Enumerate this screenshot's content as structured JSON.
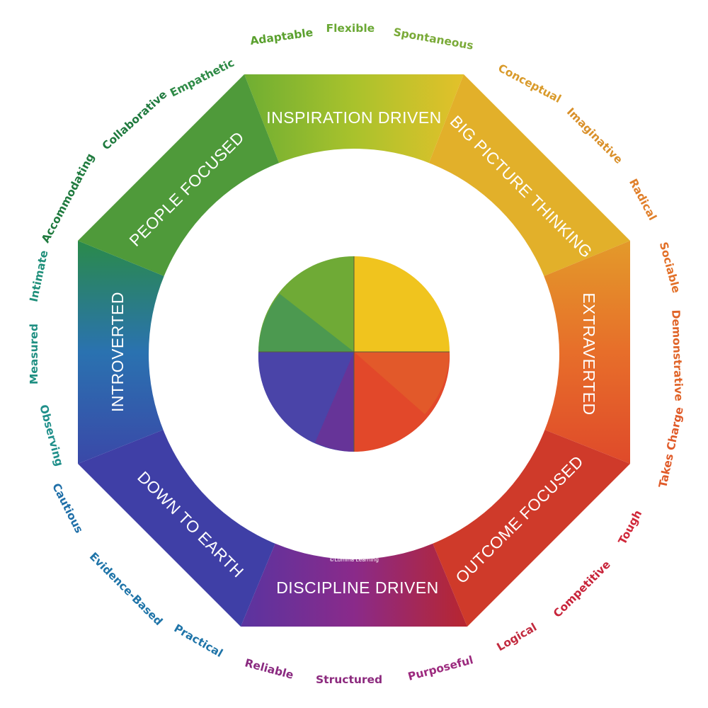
{
  "colors": {
    "green": "#7fb535",
    "dark_green": "#2e8a46",
    "teal": "#1f8f7a",
    "blue": "#2f5fb0",
    "indigo": "#44389a",
    "purple": "#7a2a8e",
    "red": "#c4233a",
    "orange": "#e2692a",
    "yellow": "#e9c42a"
  },
  "segments": {
    "inspiration_driven": "INSPIRATION DRIVEN",
    "big_picture_thinking": "BIG PICTURE THINKING",
    "extraverted": "EXTRAVERTED",
    "outcome_focused": "OUTCOME FOCUSED",
    "discipline_driven": "DISCIPLINE DRIVEN",
    "down_to_earth": "DOWN TO EARTH",
    "introverted": "INTROVERTED",
    "people_focused": "PEOPLE FOCUSED"
  },
  "copyright": "©Lumina Learning",
  "traits": [
    {
      "label": "Adaptable",
      "color": "#5aa02e"
    },
    {
      "label": "Flexible",
      "color": "#6aa834"
    },
    {
      "label": "Spontaneous",
      "color": "#7aaa38"
    },
    {
      "label": "Conceptual",
      "color": "#d99a2a"
    },
    {
      "label": "Imaginative",
      "color": "#d9902a"
    },
    {
      "label": "Radical",
      "color": "#e07f2a"
    },
    {
      "label": "Sociable",
      "color": "#e27028"
    },
    {
      "label": "Demonstrative",
      "color": "#e06428"
    },
    {
      "label": "Takes Charge",
      "color": "#e05a28"
    },
    {
      "label": "Tough",
      "color": "#d0283a"
    },
    {
      "label": "Competitive",
      "color": "#c8243a"
    },
    {
      "label": "Logical",
      "color": "#c22a3e"
    },
    {
      "label": "Purposeful",
      "color": "#9c2a7e"
    },
    {
      "label": "Structured",
      "color": "#8c2a7e"
    },
    {
      "label": "Reliable",
      "color": "#8a2a80"
    },
    {
      "label": "Practical",
      "color": "#1f74a8"
    },
    {
      "label": "Evidence-Based",
      "color": "#1f74a8"
    },
    {
      "label": "Cautious",
      "color": "#1f6fa8"
    },
    {
      "label": "Observing",
      "color": "#1f8f8a"
    },
    {
      "label": "Measured",
      "color": "#1f8f82"
    },
    {
      "label": "Intimate",
      "color": "#1f8f7a"
    },
    {
      "label": "Accommodating",
      "color": "#1f7a3e"
    },
    {
      "label": "Collaborative",
      "color": "#1f7a3e"
    },
    {
      "label": "Empathetic",
      "color": "#2e8a46"
    }
  ]
}
